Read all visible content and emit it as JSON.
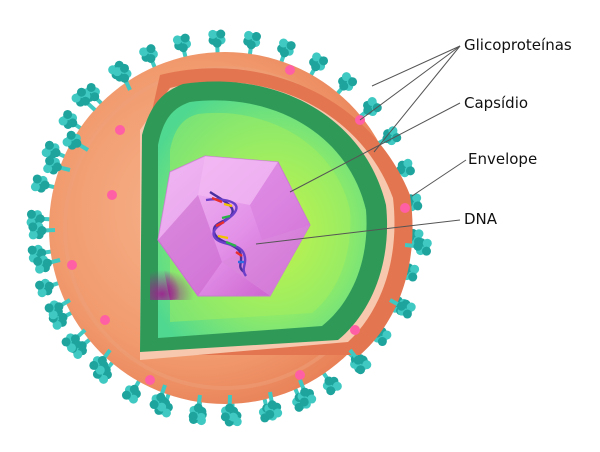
{
  "labels": {
    "glycoproteins": "Glicoproteínas",
    "capsid": "Capsídio",
    "envelope": "Envelope",
    "dna": "DNA"
  },
  "colors": {
    "envelope_outer": "#f4a57a",
    "envelope_mid": "#ec8a5c",
    "envelope_inner_band": "#e06f49",
    "lining": "#f8c9b0",
    "green_dark": "#2f9a58",
    "green_light": "#bdf25a",
    "green_mid": "#66e07a",
    "capsid_light": "#f0a8f0",
    "capsid_dark": "#b23ab8",
    "spike": "#3fc9c2",
    "spike_dark": "#1fa39d",
    "dots": "#ff5fa4",
    "leader": "#555555"
  }
}
